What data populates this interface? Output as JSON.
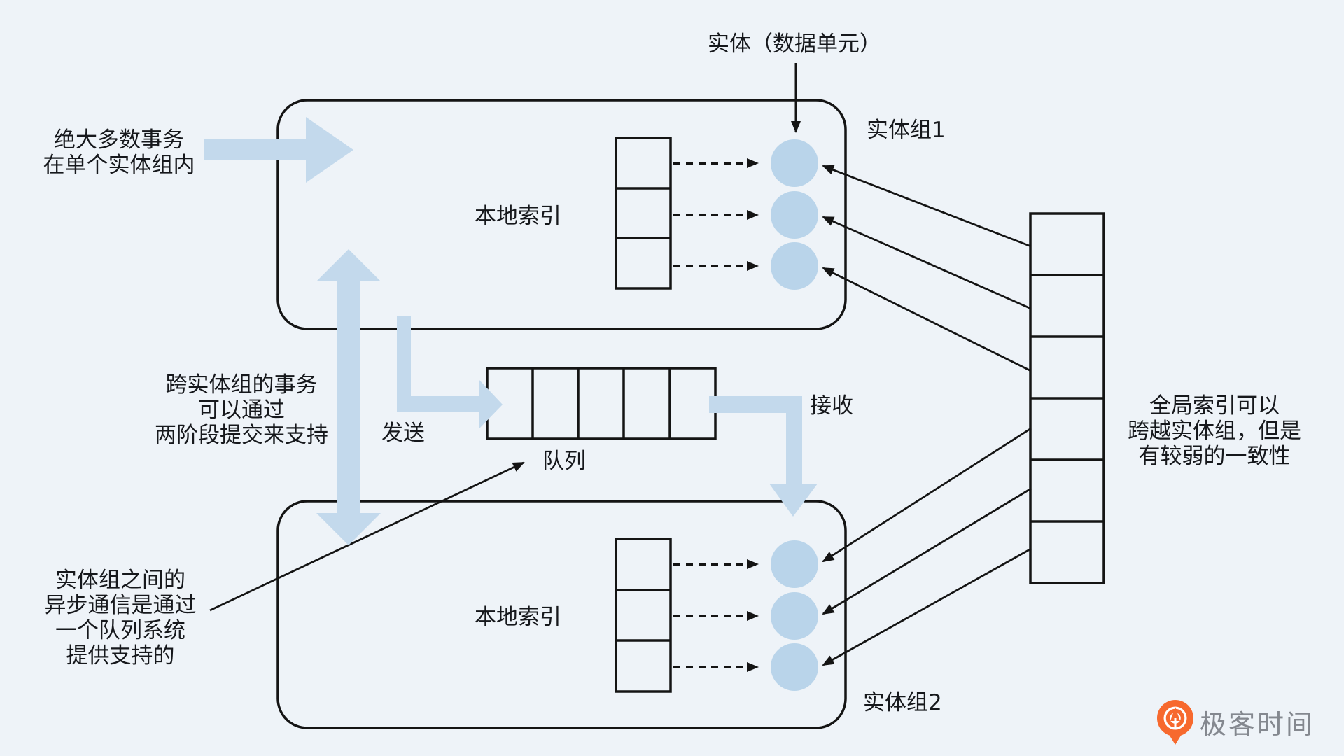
{
  "diagram": {
    "entity_label": "实体（数据单元）",
    "left_note": [
      "绝大多数事务",
      "在单个实体组内"
    ],
    "cross_group_note": [
      "跨实体组的事务",
      "可以通过",
      "两阶段提交来支持"
    ],
    "async_note": [
      "实体组之间的",
      "异步通信是通过",
      "一个队列系统",
      "提供支持的"
    ],
    "global_index_note": [
      "全局索引可以",
      "跨越实体组，但是",
      "有较弱的一致性"
    ],
    "group1": {
      "label": "实体组1",
      "local_index_label": "本地索引"
    },
    "group2": {
      "label": "实体组2",
      "local_index_label": "本地索引"
    },
    "send_label": "发送",
    "receive_label": "接收",
    "queue_label": "队列"
  },
  "branding": {
    "logo_text": "极客时间"
  },
  "colors": {
    "background": "#eef3f8",
    "arrow_blue": "#c3d9ec",
    "entity_circle_blue": "#b9d4ea",
    "line_black": "#141414",
    "logo_orange": "#f7692e",
    "logo_text_gray": "#84888f"
  }
}
